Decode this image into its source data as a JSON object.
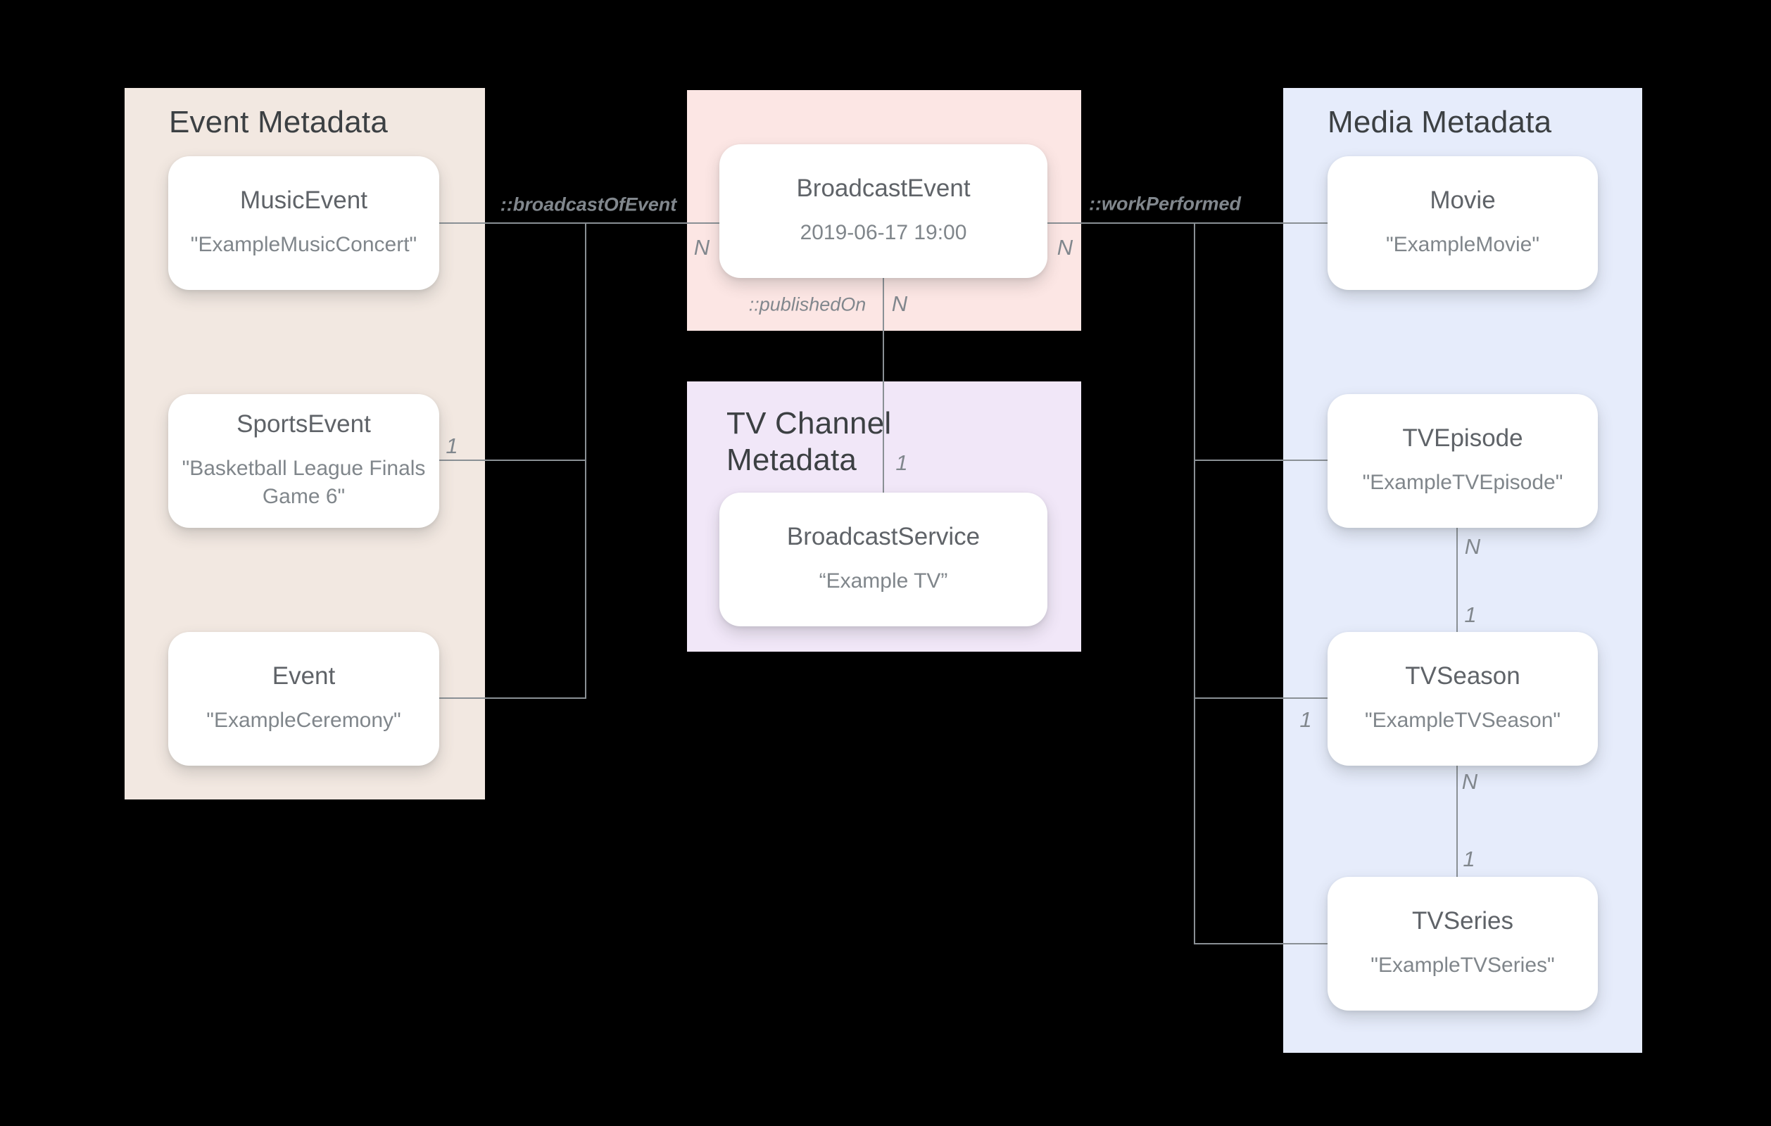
{
  "canvas": {
    "background": "#000000"
  },
  "palette": {
    "event_group": "#f2e8e1",
    "broadcast_group": "#fce6e4",
    "channel_group": "#f1e7f8",
    "media_group": "#e6ecfb",
    "card": "#ffffff",
    "line": "#8a9095",
    "group_title_text": "#3c4043",
    "node_title_text": "#5f6368",
    "node_value_text": "#80868b",
    "edge_label_text": "#81878d"
  },
  "groups": {
    "event_metadata": {
      "title": "Event Metadata"
    },
    "tv_channel_metadata": {
      "title": "TV Channel Metadata"
    },
    "media_metadata": {
      "title": "Media Metadata"
    }
  },
  "nodes": {
    "music_event": {
      "title": "MusicEvent",
      "value": "\"ExampleMusicConcert\""
    },
    "sports_event": {
      "title": "SportsEvent",
      "value": "\"Basketball League Finals\nGame 6\""
    },
    "event": {
      "title": "Event",
      "value": "\"ExampleCeremony\""
    },
    "broadcast_event": {
      "title": "BroadcastEvent",
      "value": "2019-06-17 19:00"
    },
    "broadcast_service": {
      "title": "BroadcastService",
      "value": "“Example TV”"
    },
    "movie": {
      "title": "Movie",
      "value": "\"ExampleMovie\""
    },
    "tv_episode": {
      "title": "TVEpisode",
      "value": "\"ExampleTVEpisode\""
    },
    "tv_season": {
      "title": "TVSeason",
      "value": "\"ExampleTVSeason\""
    },
    "tv_series": {
      "title": "TVSeries",
      "value": "\"ExampleTVSeries\""
    }
  },
  "edges": {
    "broadcast_of_event": {
      "label": "::broadcastOfEvent",
      "event_side": "1",
      "broadcast_side": "N"
    },
    "published_on": {
      "label": "::publishedOn",
      "broadcast_side": "N",
      "service_side": "1"
    },
    "work_performed": {
      "label": "::workPerformed",
      "broadcast_side": "N",
      "media_side": "1"
    },
    "episode_to_season": {
      "episode_side": "N",
      "season_side": "1"
    },
    "season_to_series": {
      "season_side": "N",
      "series_side": "1"
    }
  }
}
